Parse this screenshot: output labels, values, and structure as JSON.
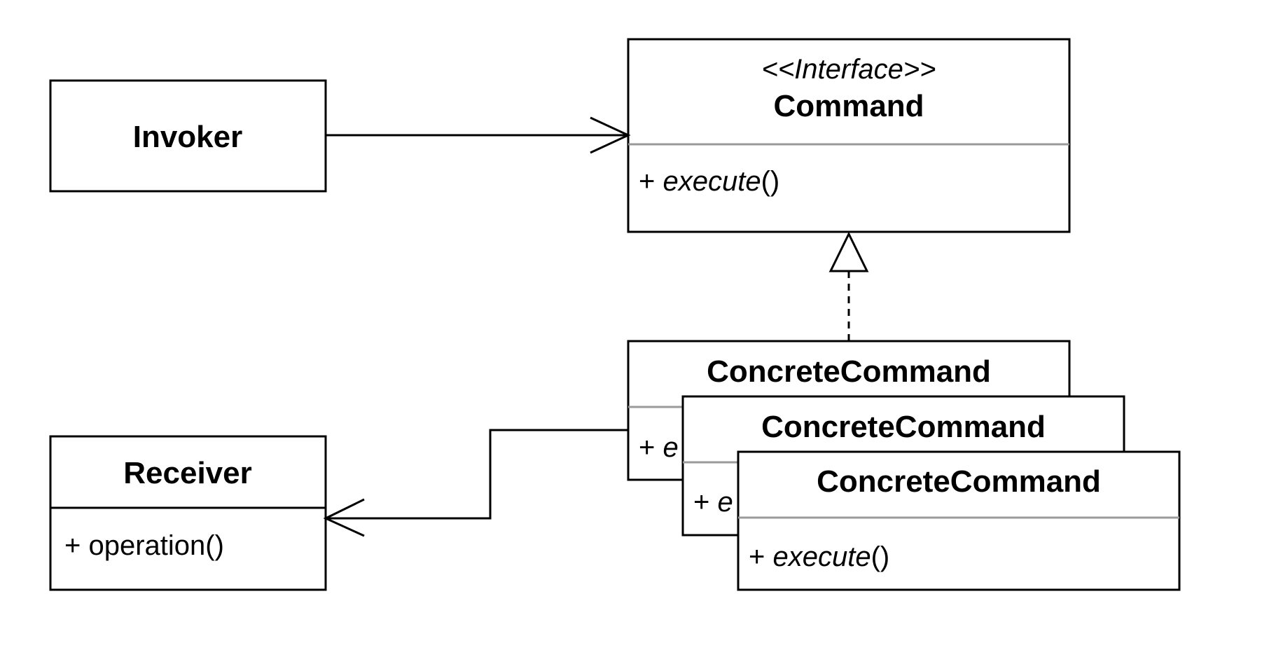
{
  "classes": {
    "invoker": {
      "name": "Invoker"
    },
    "command": {
      "stereotype": "<<Interface>>",
      "name": "Command",
      "method": {
        "prefix": "+ ",
        "name": "execute",
        "suffix": "()"
      }
    },
    "receiver": {
      "name": "Receiver",
      "method": "+ operation()"
    },
    "concrete_back": {
      "name": "ConcreteCommand",
      "method_prefix": "+ ",
      "method_partial": "e"
    },
    "concrete_middle": {
      "name": "ConcreteCommand",
      "method_prefix": "+ ",
      "method_partial": "e"
    },
    "concrete_front": {
      "name": "ConcreteCommand",
      "method": {
        "prefix": "+ ",
        "name": "execute",
        "suffix": "()"
      }
    }
  },
  "relationships": [
    {
      "type": "association",
      "from": "Invoker",
      "to": "Command"
    },
    {
      "type": "realization",
      "from": "ConcreteCommand",
      "to": "Command"
    },
    {
      "type": "association",
      "from": "ConcreteCommand",
      "to": "Receiver"
    }
  ],
  "colors": {
    "stroke": "#000000",
    "separator": "#9a9a9a",
    "background": "#ffffff"
  }
}
